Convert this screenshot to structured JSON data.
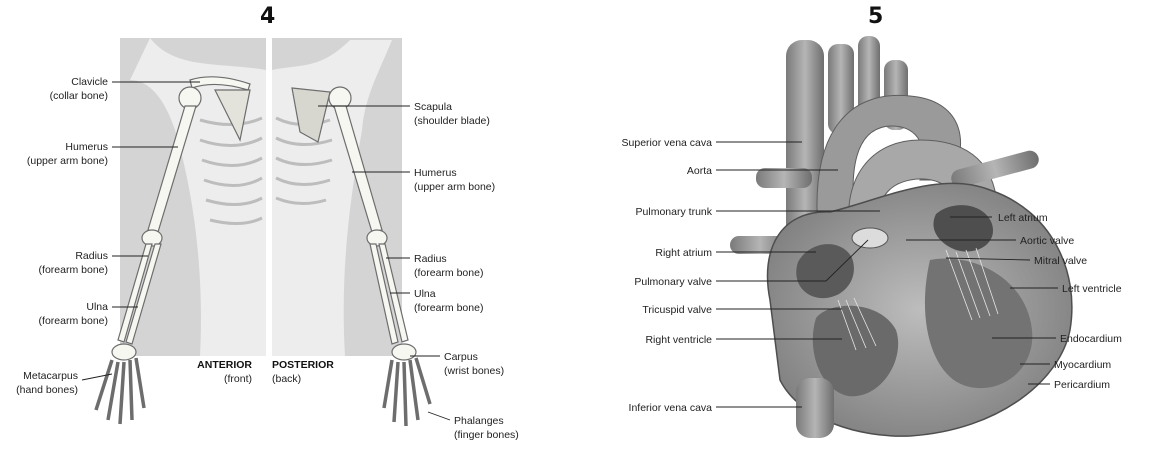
{
  "figure4": {
    "number": "4",
    "labels": {
      "clavicle": "Clavicle",
      "clavicle_sub": "(collar bone)",
      "humerus_l": "Humerus",
      "humerus_l_sub": "(upper arm bone)",
      "radius_l": "Radius",
      "radius_l_sub": "(forearm bone)",
      "ulna_l": "Ulna",
      "ulna_l_sub": "(forearm bone)",
      "metacarpus": "Metacarpus",
      "metacarpus_sub": "(hand bones)",
      "anterior": "ANTERIOR",
      "anterior_sub": "(front)",
      "posterior": "POSTERIOR",
      "posterior_sub": "(back)",
      "scapula": "Scapula",
      "scapula_sub": "(shoulder blade)",
      "humerus_r": "Humerus",
      "humerus_r_sub": "(upper arm bone)",
      "radius_r": "Radius",
      "radius_r_sub": "(forearm bone)",
      "ulna_r": "Ulna",
      "ulna_r_sub": "(forearm bone)",
      "carpus": "Carpus",
      "carpus_sub": "(wrist bones)",
      "phalanges": "Phalanges",
      "phalanges_sub": "(finger bones)"
    }
  },
  "figure5": {
    "number": "5",
    "labels": {
      "svc": "Superior vena cava",
      "aorta": "Aorta",
      "pulm_trunk": "Pulmonary trunk",
      "right_atrium": "Right atrium",
      "pulm_valve": "Pulmonary valve",
      "tricuspid": "Tricuspid valve",
      "right_ventricle": "Right ventricle",
      "ivc": "Inferior vena cava",
      "left_atrium": "Left atrium",
      "aortic_valve": "Aortic valve",
      "mitral_valve": "Mitral valve",
      "left_ventricle": "Left ventricle",
      "endocardium": "Endocardium",
      "myocardium": "Myocardium",
      "pericardium": "Pericardium"
    }
  }
}
